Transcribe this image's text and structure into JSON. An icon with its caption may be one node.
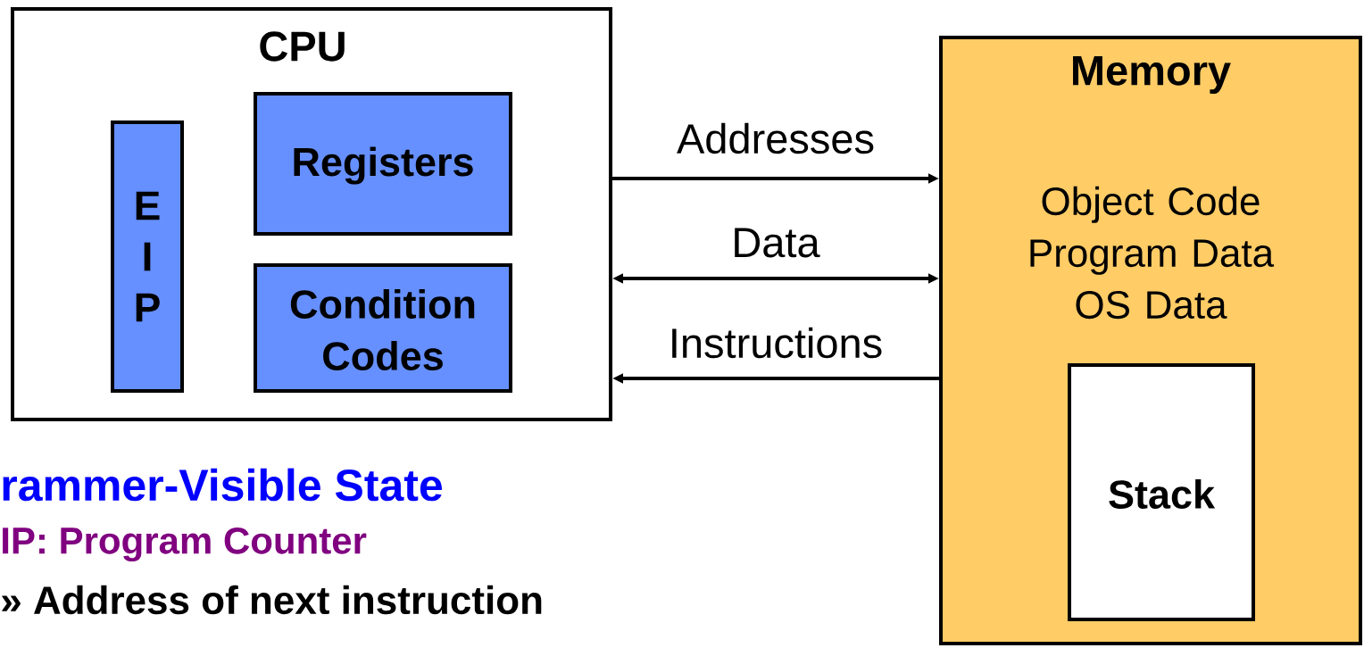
{
  "diagram": {
    "nodes": [
      {
        "text": [
          "CPU"
        ]
      },
      {
        "text": [
          "E I P"
        ],
        "in": 0
      },
      {
        "text": [
          "Registers"
        ],
        "in": 0
      },
      {
        "text": [
          "Condition Codes"
        ],
        "in": 0
      },
      {
        "text": [
          "Memory",
          "Object Code Program Data OS Data"
        ]
      },
      {
        "text": [
          "Stack"
        ],
        "in": 4
      }
    ],
    "edges": [
      {
        "from": 0,
        "to": 4,
        "arrow": "to",
        "label": "Addresses"
      },
      {
        "from": 0,
        "to": 4,
        "arrow": "both",
        "label": "Data"
      },
      {
        "from": 4,
        "to": 0,
        "arrow": "to",
        "label": "Instructions"
      }
    ],
    "labels": [
      "rammer-Visible State",
      "IP: Program Counter",
      "» Address of next instruction"
    ]
  }
}
